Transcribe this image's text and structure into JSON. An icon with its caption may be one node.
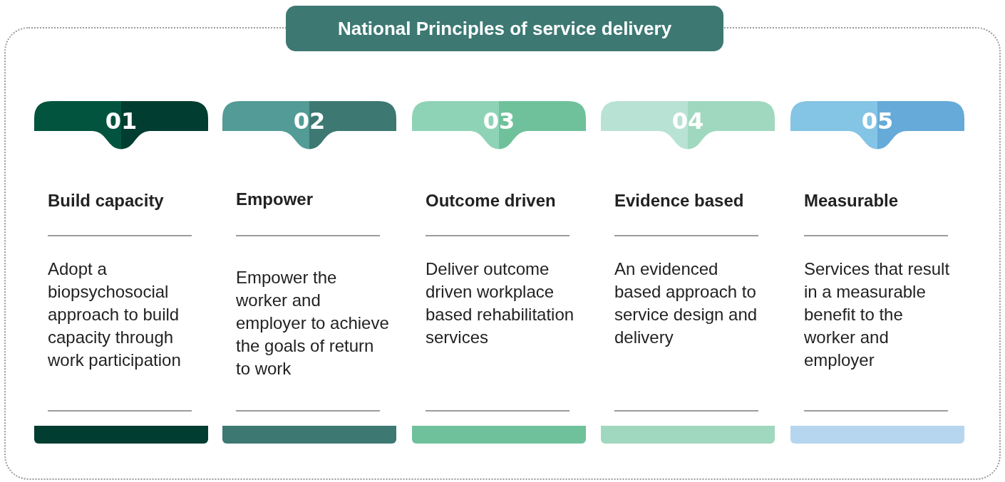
{
  "diagram": {
    "title": "National Principles of service delivery",
    "nodes": [
      {
        "text": [
          "01"
        ],
        "beside": [
          "Build capacity",
          "Adopt a biopsychosocial approach to build capacity through work participation"
        ]
      },
      {
        "text": [
          "02"
        ],
        "beside": [
          "Empower",
          "Empower the worker and employer to achieve the goals of return to work"
        ]
      },
      {
        "text": [
          "03"
        ],
        "beside": [
          "Outcome driven",
          "Deliver outcome driven workplace based rehabilitation services"
        ]
      },
      {
        "text": [
          "04"
        ],
        "beside": [
          "Evidence based",
          "An evidenced based approach to service design and delivery"
        ]
      },
      {
        "text": [
          "05"
        ],
        "beside": [
          "Measurable",
          "Services that result in a measurable benefit to the worker and employer"
        ]
      }
    ]
  }
}
